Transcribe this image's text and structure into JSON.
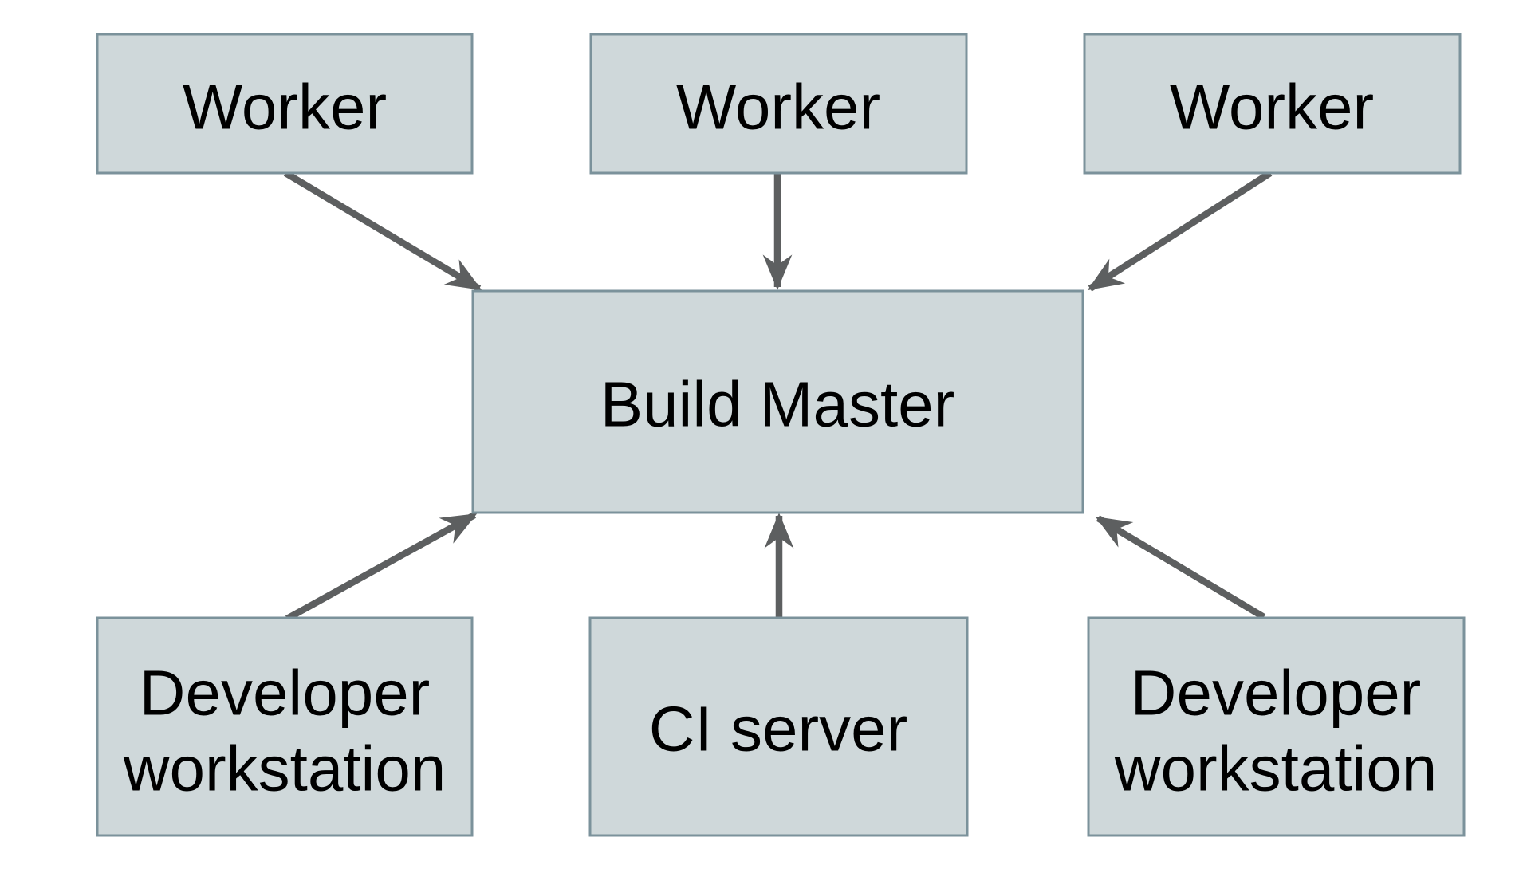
{
  "diagram": {
    "type": "architecture-flow-diagram",
    "background": "#ffffff",
    "colors": {
      "node_fill": "#cfd8da",
      "node_border": "#7b929b",
      "arrow": "#5d5f60",
      "text": "#000000"
    },
    "nodes": {
      "worker_1": {
        "label": "Worker"
      },
      "worker_2": {
        "label": "Worker"
      },
      "worker_3": {
        "label": "Worker"
      },
      "build_master": {
        "label": "Build Master"
      },
      "developer_workstation_left": {
        "lines": [
          "Developer",
          "workstation"
        ]
      },
      "ci_server": {
        "label": "CI server"
      },
      "developer_workstation_right": {
        "lines": [
          "Developer",
          "workstation"
        ]
      }
    },
    "edges": [
      {
        "from": "worker_1",
        "to": "build_master"
      },
      {
        "from": "worker_2",
        "to": "build_master"
      },
      {
        "from": "worker_3",
        "to": "build_master"
      },
      {
        "from": "developer_workstation_left",
        "to": "build_master"
      },
      {
        "from": "ci_server",
        "to": "build_master"
      },
      {
        "from": "developer_workstation_right",
        "to": "build_master"
      }
    ]
  }
}
